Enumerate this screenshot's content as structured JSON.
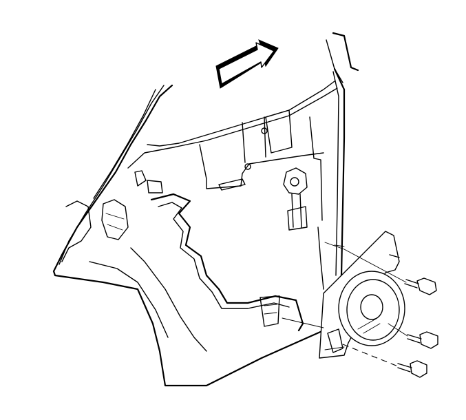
{
  "figure": {
    "view_direction": "forward",
    "parts": [
      {
        "name": "rear-door-inner-panel"
      },
      {
        "name": "speaker-mounting-bracket"
      },
      {
        "name": "speaker"
      },
      {
        "name": "mounting-screw",
        "count": 3
      }
    ],
    "colors": {
      "ink": "#000000",
      "background": "#ffffff"
    }
  }
}
